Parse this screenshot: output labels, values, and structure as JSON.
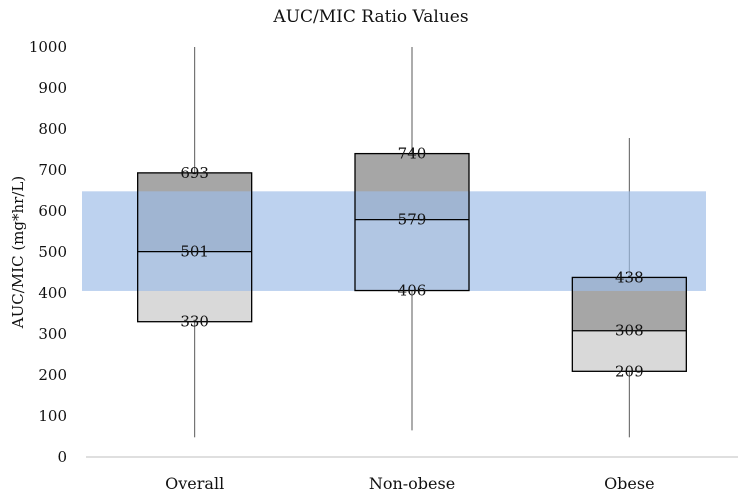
{
  "chart_data": {
    "type": "box",
    "title": "AUC/MIC Ratio Values",
    "xlabel": "",
    "ylabel": "AUC/MIC (mg*hr/L)",
    "ylim": [
      0,
      1000
    ],
    "yticks": [
      0,
      100,
      200,
      300,
      400,
      500,
      600,
      700,
      800,
      900,
      1000
    ],
    "ytick_labels": [
      "0",
      "100",
      "200",
      "300",
      "400",
      "500",
      "600",
      "700",
      "800",
      "900",
      "1000"
    ],
    "categories": [
      "Overall",
      "Non-obese",
      "Obese"
    ],
    "boxes": [
      {
        "category": "Overall",
        "min": 48,
        "q1": 330,
        "median": 501,
        "q3": 693,
        "max": 1000,
        "q1_label": "330",
        "median_label": "501",
        "q3_label": "693"
      },
      {
        "category": "Non-obese",
        "min": 65,
        "q1": 406,
        "median": 579,
        "q3": 740,
        "max": 1000,
        "q1_label": "406",
        "median_label": "579",
        "q3_label": "740"
      },
      {
        "category": "Obese",
        "min": 48,
        "q1": 209,
        "median": 308,
        "q3": 438,
        "max": 778,
        "q1_label": "209",
        "median_label": "308",
        "q3_label": "438"
      }
    ],
    "target_range": [
      405,
      648
    ],
    "grid": false,
    "legend": "none",
    "colors": {
      "lower_box": "#d9d9d9",
      "upper_box": "#a6a6a6",
      "box_border": "#000000",
      "target_band": "#9dbde8",
      "whisker": "#595959",
      "axis": "#bfbfbf"
    }
  }
}
